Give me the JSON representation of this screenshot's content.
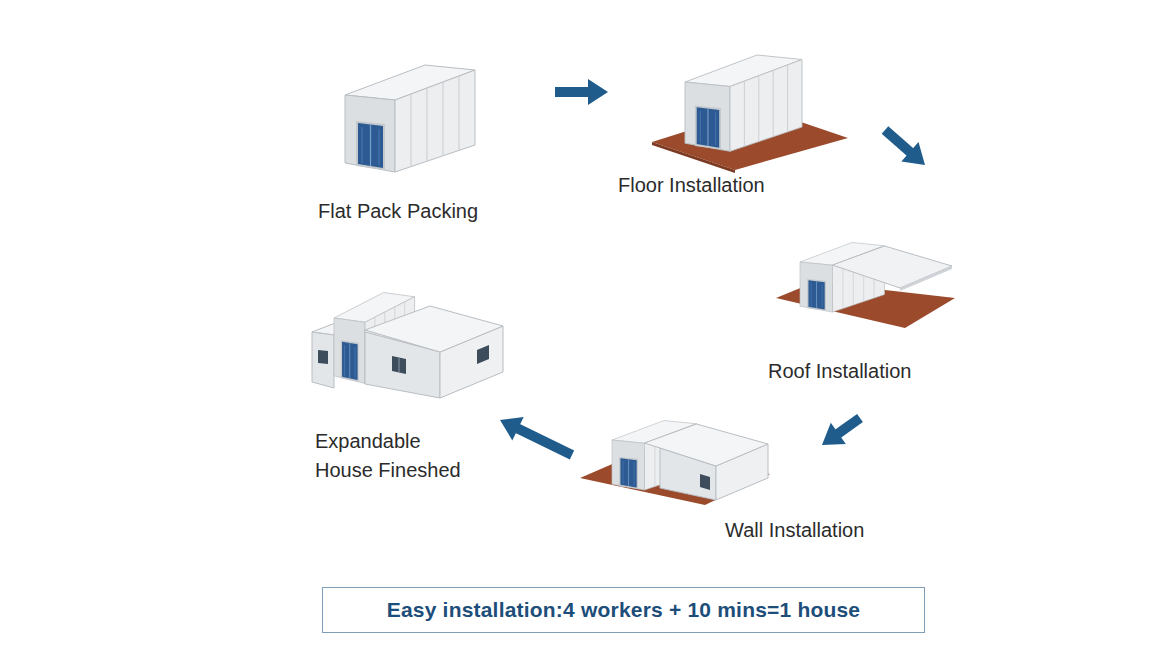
{
  "diagram": {
    "nodes": [
      {
        "text": [
          "Flat Pack Packing"
        ]
      },
      {
        "text": [
          "Floor Installation"
        ]
      },
      {
        "text": [
          "Roof Installation"
        ]
      },
      {
        "text": [
          "Wall Installation"
        ]
      },
      {
        "text": [
          "Expandable House Fineshed"
        ]
      },
      {
        "text": [
          "Easy installation:4 workers + 10 mins=1 house"
        ]
      }
    ],
    "edges": [
      {
        "from": 0,
        "to": 1,
        "arrow": "to"
      },
      {
        "from": 1,
        "to": 2,
        "arrow": "to"
      },
      {
        "from": 2,
        "to": 3,
        "arrow": "to"
      },
      {
        "from": 3,
        "to": 4,
        "arrow": "to"
      }
    ]
  }
}
